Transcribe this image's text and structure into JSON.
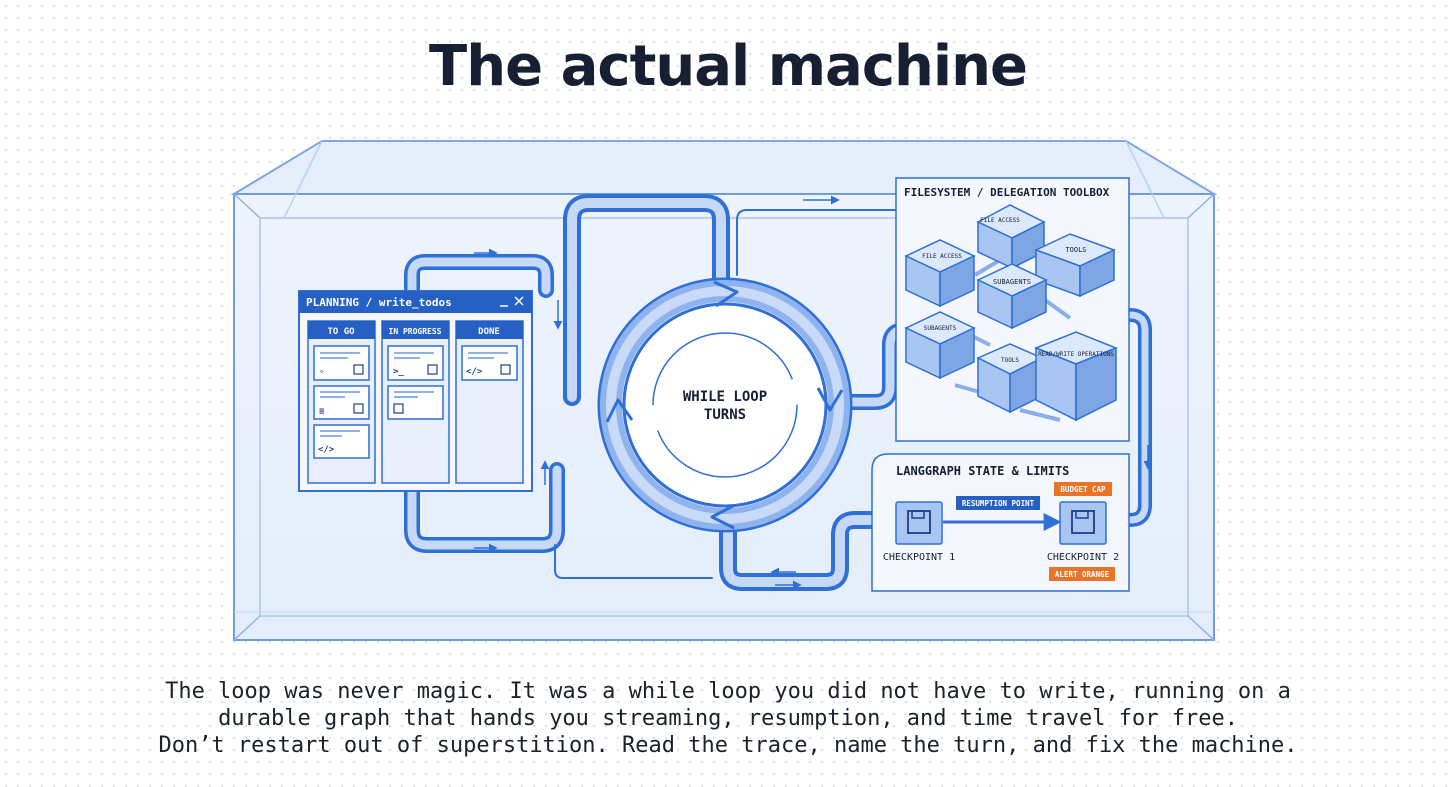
{
  "title": "The actual machine",
  "planning": {
    "title": "PLANNING / write_todos",
    "columns": [
      "TO GO",
      "IN PROGRESS",
      "DONE"
    ],
    "window_controls": [
      "minimize-icon",
      "close-icon"
    ]
  },
  "loop": {
    "line1": "WHILE LOOP",
    "line2": "TURNS"
  },
  "toolbox": {
    "title": "FILESYSTEM / DELEGATION TOOLBOX",
    "cubes": [
      "FILE ACCESS",
      "FILE ACCESS",
      "TOOLS",
      "SUBAGENTS",
      "SUBAGENTS",
      "TOOLS",
      "READ/WRITE OPERATIONS"
    ]
  },
  "state": {
    "title": "LANGGRAPH STATE & LIMITS",
    "resumption": "RESUMPTION POINT",
    "budget": "BUDGET CAP",
    "alert": "ALERT ORANGE",
    "checkpoint1": "CHECKPOINT 1",
    "checkpoint2": "CHECKPOINT 2"
  },
  "colors": {
    "blue": "#2f6fd6",
    "navy": "#1d3f8a",
    "orange": "#e8742a",
    "text": "#172033"
  },
  "caption": [
    "The loop was never magic. It was a while loop you did not have to write, running on a",
    "durable graph that hands you streaming, resumption, and time travel for free.",
    "Don’t restart out of superstition. Read the trace, name the turn, and fix the machine."
  ]
}
